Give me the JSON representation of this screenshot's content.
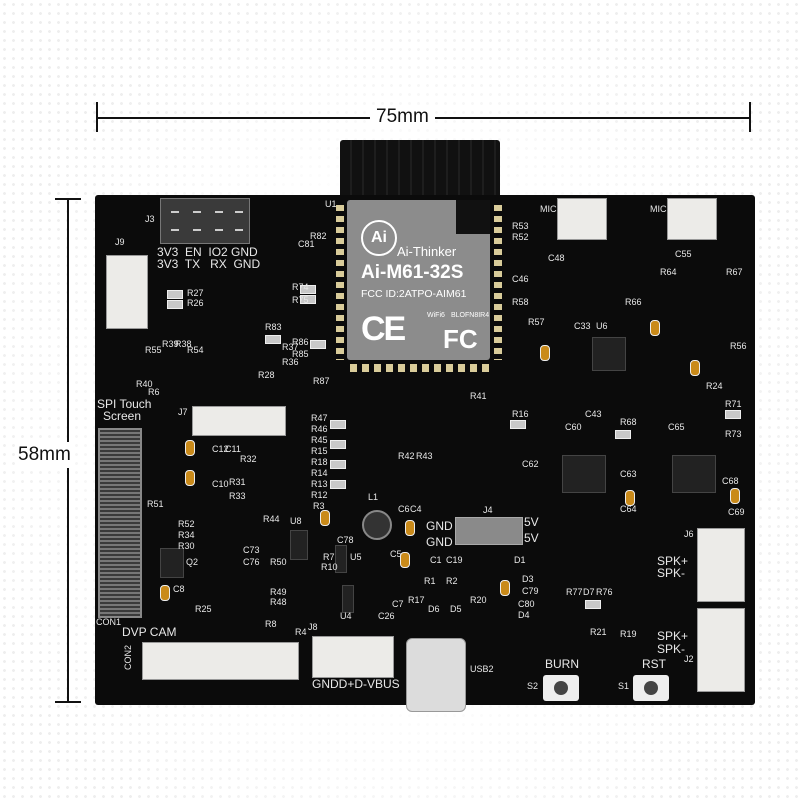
{
  "dimensions": {
    "width": "75mm",
    "height": "58mm"
  },
  "module": {
    "brand": "Ai-Thinker",
    "logo": "Ai",
    "model": "Ai-M61-32S",
    "fcc_id": "FCC ID:2ATPO-AIM61",
    "wifi": "WiFi6",
    "code": "BLOFN8IR4",
    "ce": "CE",
    "fc": "FC",
    "ref": "U1"
  },
  "header_j3": {
    "ref": "J3",
    "row1": "3V3  EN  IO2 GND",
    "row2": "3V3  TX   RX  GND"
  },
  "connectors": {
    "j9": "J9",
    "j7": "J7",
    "spi": "SPI Touch",
    "spi2": "Screen",
    "con1": "CON1",
    "con2": "CON2",
    "dvp": "DVP CAM",
    "j8": "J8",
    "j8_pins": "GNDD+D-VBUS",
    "usb": "USB2",
    "j4": "J4",
    "gnd1": "GND",
    "gnd2": "GND",
    "v5a": "5V",
    "v5b": "5V",
    "j6": "J6",
    "j2": "J2",
    "spk1a": "SPK+",
    "spk1b": "SPK-",
    "spk2a": "SPK+",
    "spk2b": "SPK-",
    "mic1": "MIC",
    "mic2": "MIC"
  },
  "buttons": {
    "burn": "BURN",
    "rst": "RST",
    "s2": "S2",
    "s1": "S1"
  },
  "components": [
    "R27",
    "R26",
    "R83",
    "R37",
    "R36",
    "R28",
    "R55",
    "R39",
    "R38",
    "R54",
    "R6",
    "R40",
    "R74",
    "R75",
    "R86",
    "R85",
    "R87",
    "C81",
    "R82",
    "R47",
    "R46",
    "R45",
    "R15",
    "R18",
    "R14",
    "R13",
    "R12",
    "R3",
    "R32",
    "C11",
    "C12",
    "C10",
    "R31",
    "R33",
    "R51",
    "R52",
    "R34",
    "R30",
    "Q2",
    "C8",
    "R44",
    "U8",
    "C73",
    "C76",
    "R50",
    "R49",
    "R48",
    "C78",
    "R7",
    "R10",
    "U5",
    "L1",
    "C6",
    "C4",
    "C5",
    "C1",
    "C19",
    "R1",
    "R2",
    "D6",
    "D5",
    "R17",
    "R20",
    "D1",
    "D3",
    "C79",
    "C80",
    "D4",
    "R25",
    "R8",
    "R4",
    "U4",
    "C26",
    "C7",
    "R41",
    "R16",
    "R42",
    "R43",
    "U6",
    "R53",
    "R52",
    "C48",
    "C55",
    "R64",
    "R67",
    "R56",
    "R71",
    "R73",
    "C60",
    "C65",
    "R68",
    "C62",
    "C63",
    "C64",
    "C68",
    "C69",
    "R77",
    "D7",
    "R76",
    "R21",
    "R19",
    "R57",
    "C46",
    "R58",
    "C33",
    "C43",
    "R24",
    "R66"
  ]
}
